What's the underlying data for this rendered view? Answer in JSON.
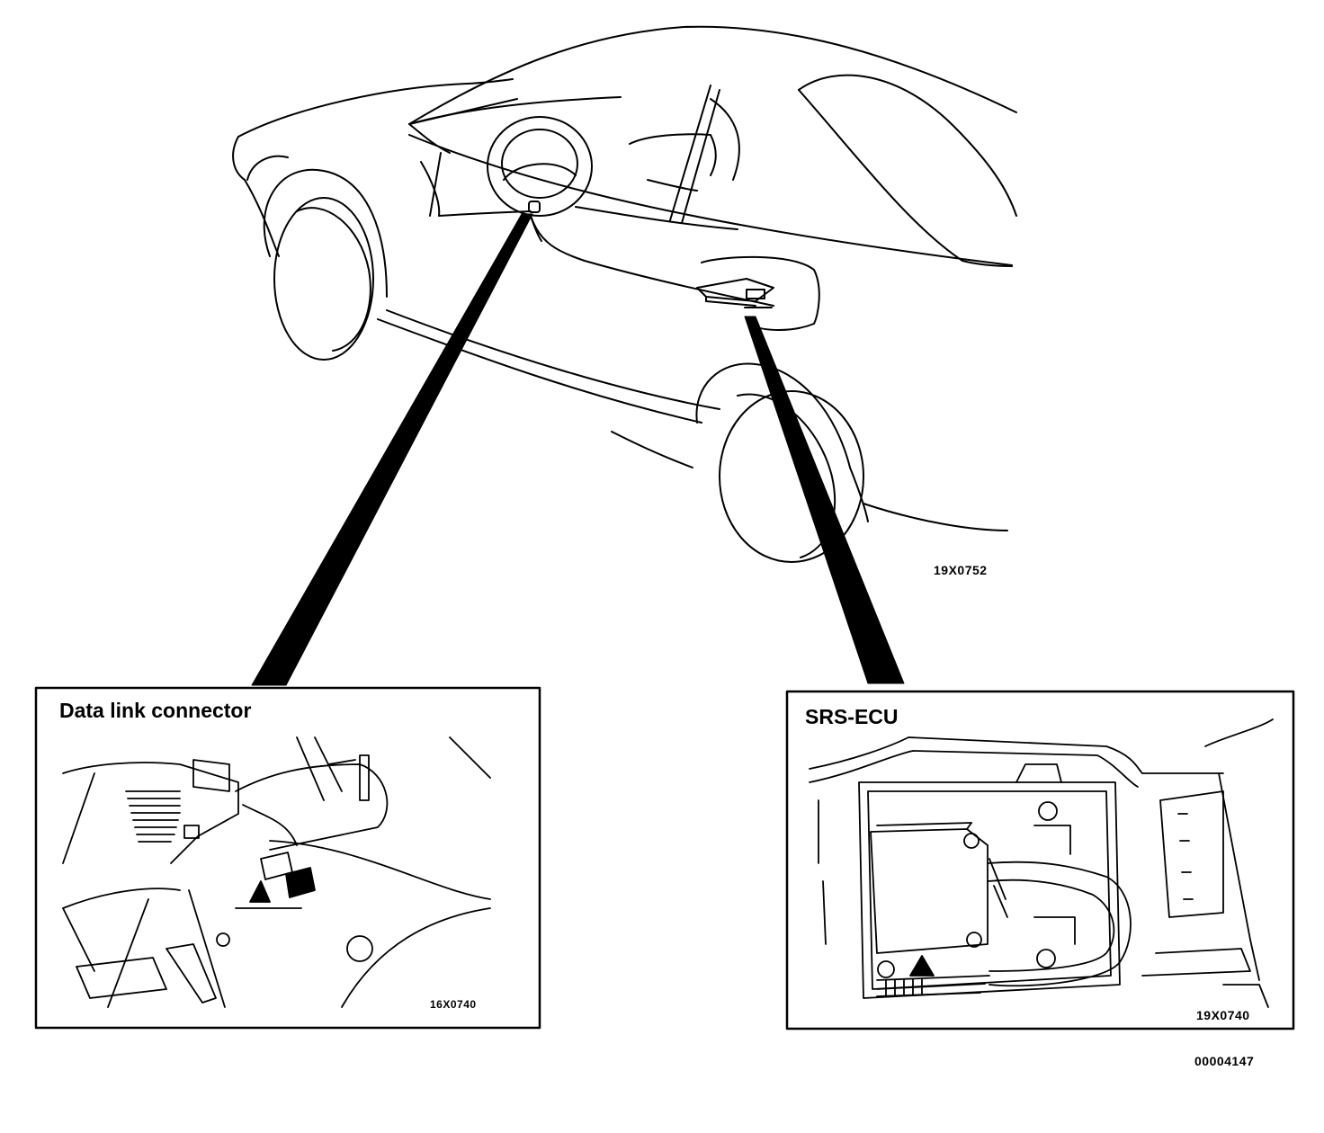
{
  "main_view": {
    "figure_code": "19X0752"
  },
  "inset_left": {
    "title": "Data link connector",
    "figure_code": "16X0740"
  },
  "inset_right": {
    "title": "SRS-ECU",
    "figure_code": "19X0740"
  },
  "document_code": "00004147"
}
